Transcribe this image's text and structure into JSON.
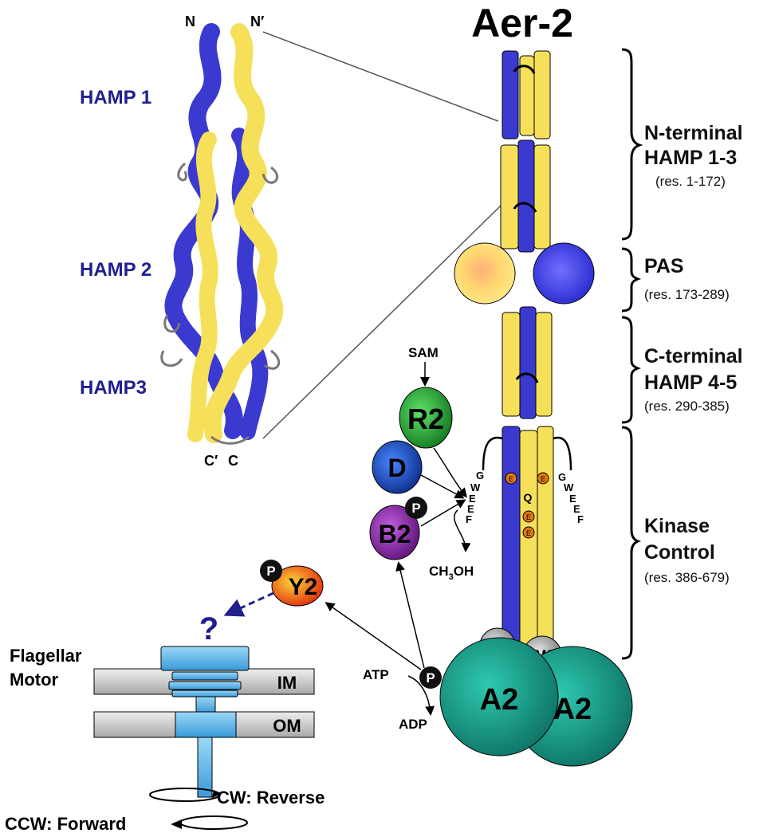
{
  "title": "Aer-2",
  "structure": {
    "n_label": "N",
    "n_prime_label": "N′",
    "c_prime_label": "C′",
    "c_label": "C",
    "hamp1": "HAMP 1",
    "hamp2": "HAMP 2",
    "hamp3": "HAMP3"
  },
  "domains": {
    "n_terminal_title_1": "N-terminal",
    "n_terminal_title_2": "HAMP 1-3",
    "n_terminal_range": "(res. 1-172)",
    "pas_title": "PAS",
    "pas_range": "(res. 173-289)",
    "c_terminal_title_1": "C-terminal",
    "c_terminal_title_2": "HAMP 4-5",
    "c_terminal_range": "(res. 290-385)",
    "kinase_title_1": "Kinase",
    "kinase_title_2": "Control",
    "kinase_range": "(res. 386-679)"
  },
  "proteins": {
    "sam": "SAM",
    "r2": "R2",
    "d": "D",
    "b2": "B2",
    "p": "P",
    "y2": "Y2",
    "question": "?",
    "w2": "W2",
    "a2": "A2",
    "atp": "ATP",
    "adp": "ADP",
    "ch3oh_main": "CH",
    "ch3oh_sub": "3",
    "ch3oh_end": "OH"
  },
  "motif_left": [
    "G",
    "W",
    "E",
    "E",
    "F"
  ],
  "motif_right": [
    "G",
    "W",
    "E",
    "E",
    "F"
  ],
  "residues": {
    "e": "E",
    "q": "Q"
  },
  "motor": {
    "title_1": "Flagellar",
    "title_2": "Motor",
    "im": "IM",
    "om": "OM",
    "cw": "CW: Reverse",
    "ccw": "CCW: Forward"
  },
  "colors": {
    "blue_helix": "#3a3ad0",
    "yellow_helix": "#f6e05a",
    "hamp_label": "#1f1f8f",
    "r2": "#1e9a2a",
    "d": "#1444b8",
    "b2": "#8a2aa8",
    "y2": "#e8401a",
    "a2": "#17a08c",
    "w2": "#9a9a9a",
    "motor": "#5bb8e8",
    "membrane": "#c8c8c8",
    "e_residue": "#e07a10"
  }
}
